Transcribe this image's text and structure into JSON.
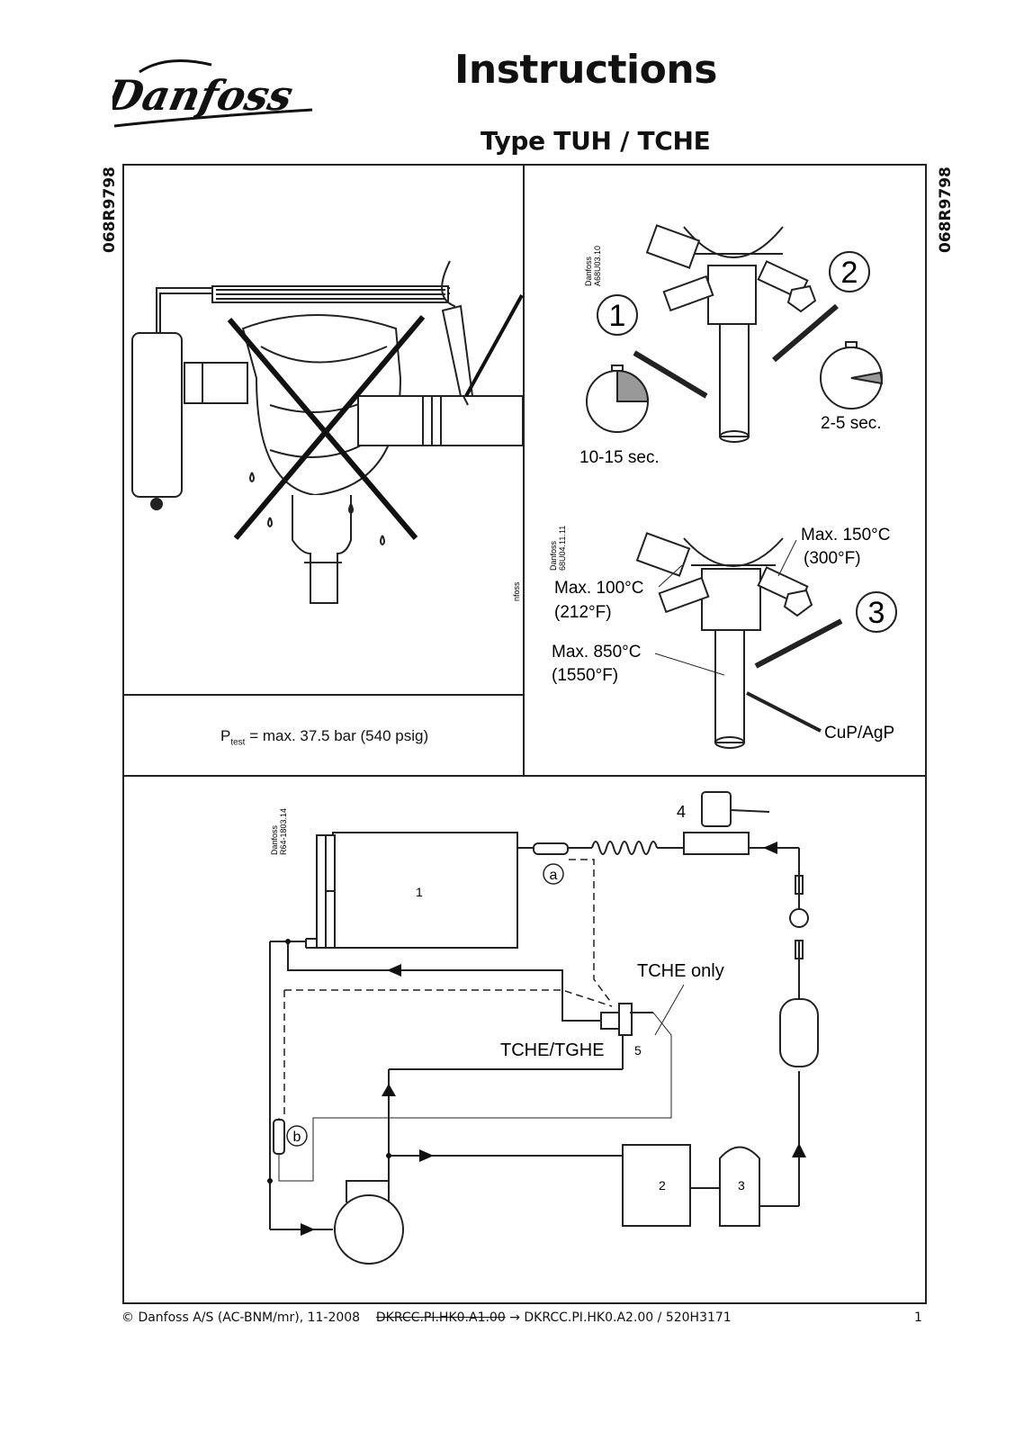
{
  "brand": "Danfoss",
  "header": {
    "title": "Instructions",
    "subtitle": "Type TUH / TCHE"
  },
  "doc_code": "068R9798",
  "panel_left_top": {
    "pressure_sub": "test",
    "pressure_text": "= max. 37.5 bar (540 psig)",
    "cut_label": "nfoss"
  },
  "panel_right_top": {
    "drawing_id_1": "Danfoss",
    "drawing_id_1b": "A68U03.10",
    "step1": "1",
    "step2": "2",
    "time1": "10-15 sec.",
    "time2": "2-5 sec."
  },
  "panel_right_bottom": {
    "drawing_id_2": "Danfoss",
    "drawing_id_2b": "68U04.11.11",
    "step3": "3",
    "max150": "Max. 150°C",
    "max150f": "(300°F)",
    "max100": "Max. 100°C",
    "max100f": "(212°F)",
    "max850": "Max. 850°C",
    "max850f": "(1550°F)",
    "solder": "CuP/AgP"
  },
  "schematic": {
    "drawing_id_3": "Danfoss",
    "drawing_id_3b": "R64-1803.14",
    "label_a": "a",
    "label_b": "b",
    "num1": "1",
    "num4": "4",
    "num2": "2",
    "num3": "3",
    "num5": "5",
    "tche_only": "TCHE only",
    "tche_tghe": "TCHE/TGHE"
  },
  "footer": {
    "copyright": "© Danfoss A/S (AC-BNM/mr), 11-2008",
    "old_code": "DKRCC.PI.HK0.A1.00",
    "arrow": "→",
    "new_code": "DKRCC.PI.HK0.A2.00 / 520H3171",
    "page": "1"
  }
}
